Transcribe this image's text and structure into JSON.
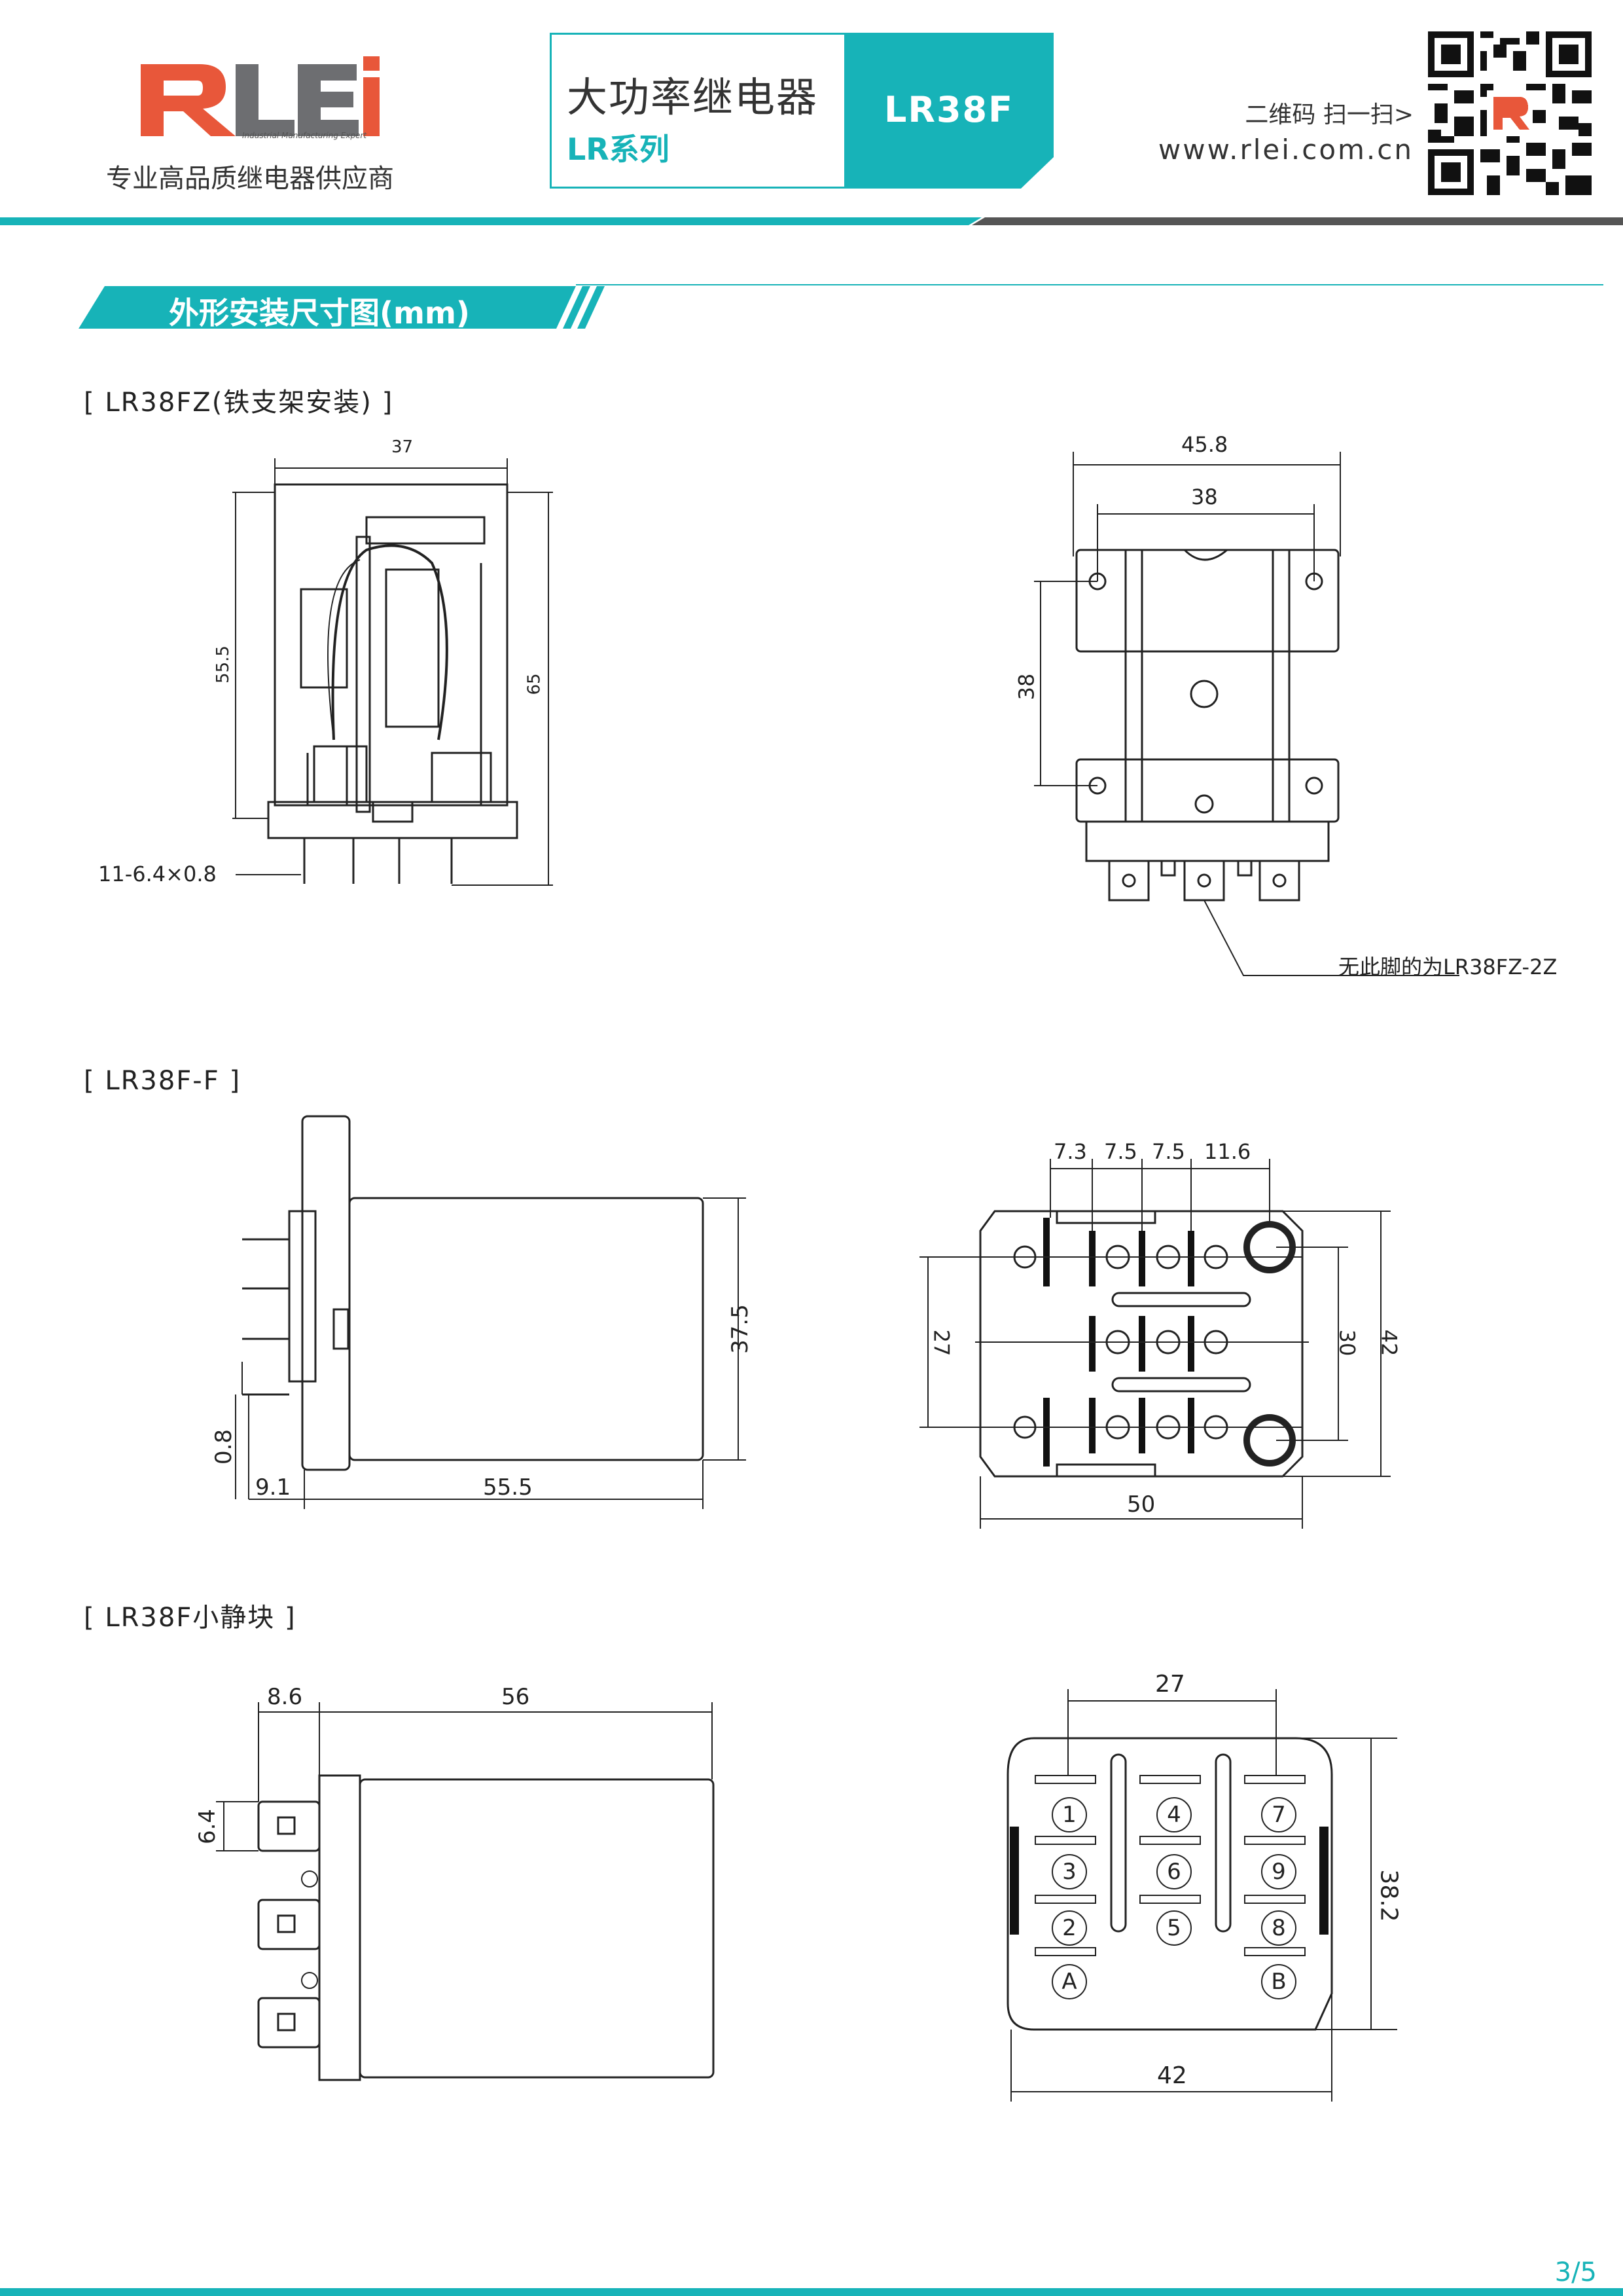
{
  "header": {
    "brand": "RLEi",
    "brand_sub": "Industrial Manufacturing Expert",
    "tagline": "专业高品质继电器供应商",
    "title_main": "大功率继电器",
    "title_series": "LR系列",
    "model": "LR38F",
    "qr_hint": "二维码 扫一扫>",
    "url": "www.rlei.com.cn"
  },
  "section": {
    "title": "外形安装尺寸图(mm)"
  },
  "drawings": {
    "fz": {
      "title": "[ LR38FZ(铁支架安装) ]",
      "side": {
        "width": "37",
        "height_inner": "55.5",
        "height_total": "65",
        "terminal": "11-6.4×0.8"
      },
      "front": {
        "width_outer": "45.8",
        "width_inner": "38",
        "height": "38",
        "note": "无此脚的为LR38FZ-2Z"
      }
    },
    "f": {
      "title": "[ LR38F-F ]",
      "side": {
        "height": "37.5",
        "pin": "0.8",
        "offset": "9.1",
        "length": "55.5"
      },
      "bottom": {
        "d1": "7.3",
        "d2": "7.5",
        "d3": "7.5",
        "d4": "11.6",
        "inner_h": "27",
        "mid_h": "30",
        "outer_h": "42",
        "width": "50"
      }
    },
    "block": {
      "title": "[ LR38F小静块 ]",
      "side": {
        "offset": "8.6",
        "length": "56",
        "pitch": "6.4"
      },
      "bottom": {
        "spacing": "27",
        "height": "38.2",
        "width": "42",
        "pins": [
          "1",
          "4",
          "7",
          "3",
          "6",
          "9",
          "2",
          "5",
          "8",
          "A",
          "B"
        ]
      }
    }
  },
  "colors": {
    "accent": "#17b3b8",
    "brand_red": "#e8573a",
    "brand_gray": "#6d6e71"
  },
  "footer": {
    "page": "3/5"
  }
}
